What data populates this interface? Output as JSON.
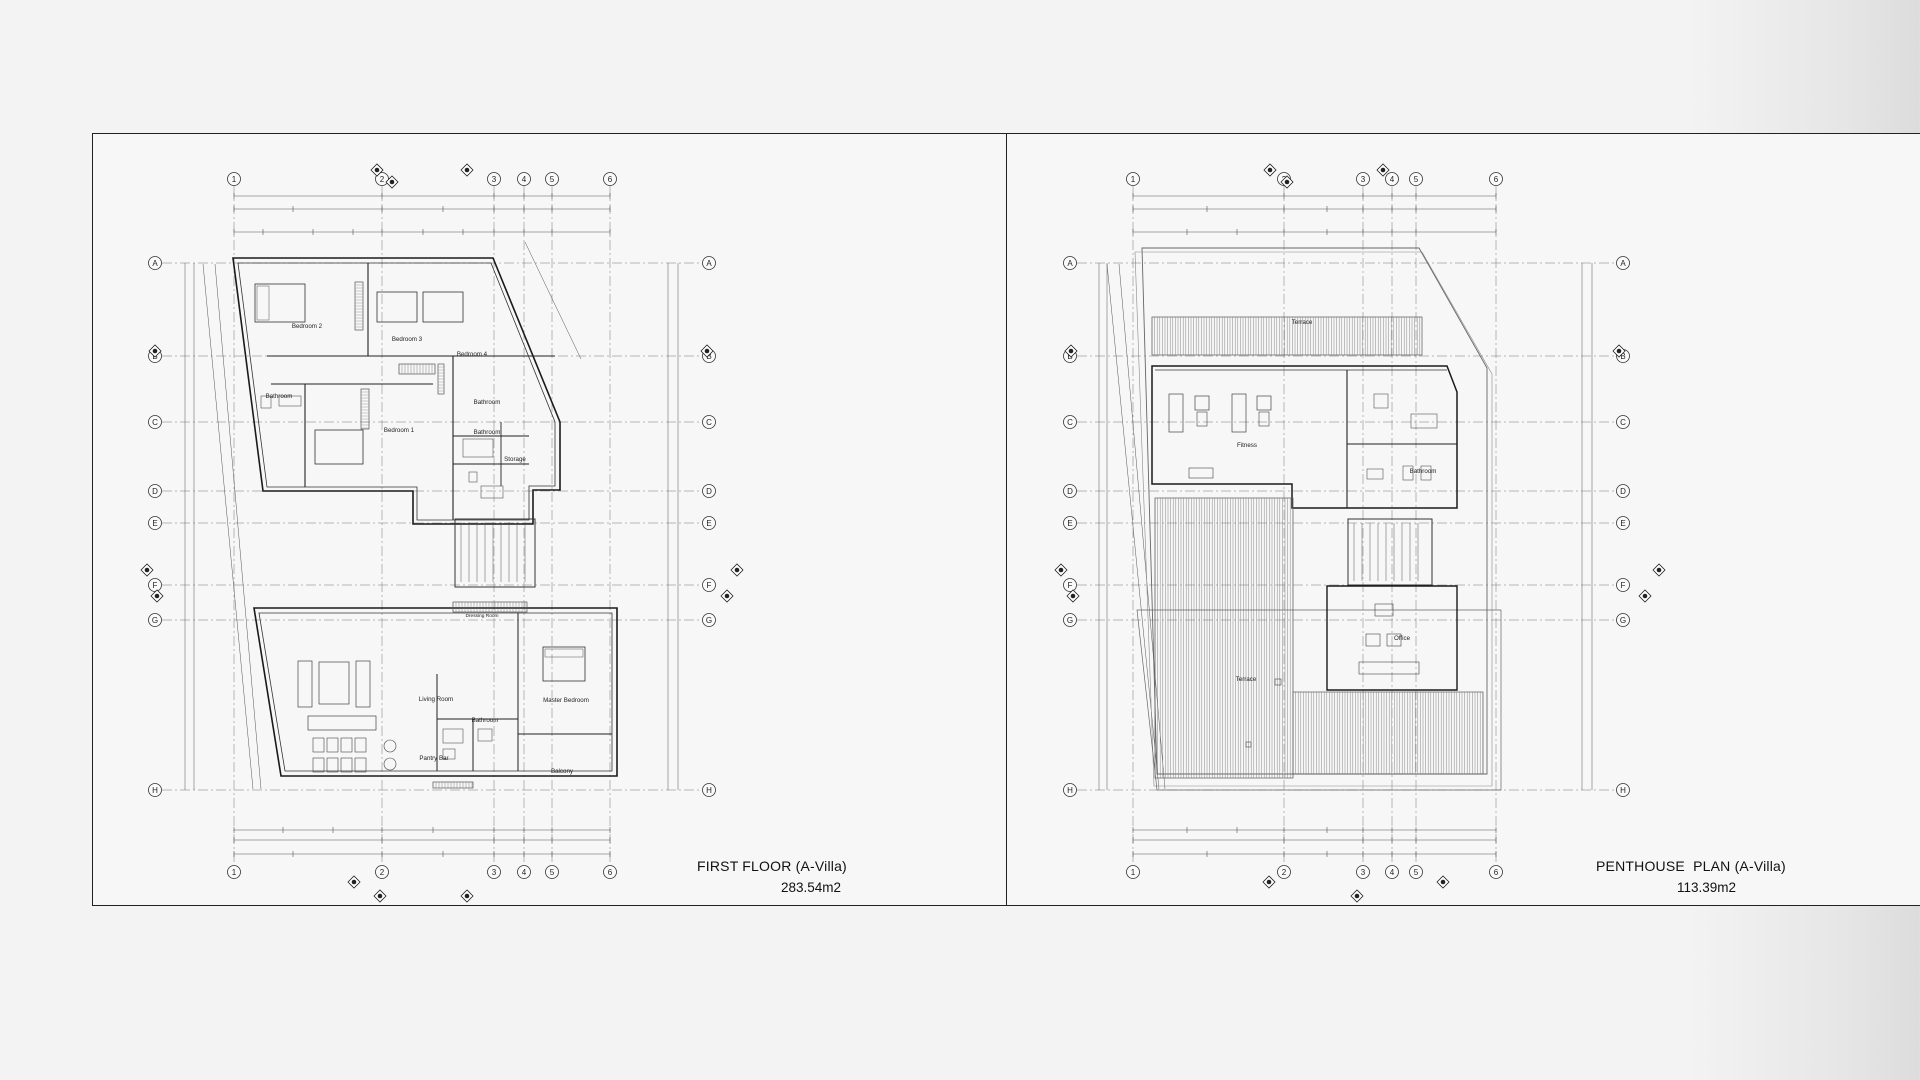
{
  "plans": [
    {
      "title": "FIRST FLOOR (A-Villa)",
      "area": "283.54m2",
      "grid_columns": [
        "1",
        "2",
        "3",
        "4",
        "5",
        "6"
      ],
      "grid_rows": [
        "A",
        "B",
        "C",
        "D",
        "E",
        "F",
        "G",
        "H"
      ],
      "rooms": [
        "Bedroom 2",
        "Bedroom 3",
        "Bedroom 4",
        "Bathroom",
        "Bedroom 1",
        "Bathroom",
        "Bathroom",
        "Storage",
        "Dressing Room",
        "Living Room",
        "Master Bedroom",
        "Bathroom",
        "Pantry Bar",
        "Balcony"
      ]
    },
    {
      "title": "PENTHOUSE  PLAN (A-Villa)",
      "area": "113.39m2",
      "grid_columns": [
        "1",
        "2",
        "3",
        "4",
        "5",
        "6"
      ],
      "grid_rows": [
        "A",
        "B",
        "C",
        "D",
        "E",
        "F",
        "G",
        "H"
      ],
      "rooms": [
        "Terrace",
        "Fitness",
        "Bathroom",
        "Office",
        "Terrace"
      ]
    }
  ]
}
